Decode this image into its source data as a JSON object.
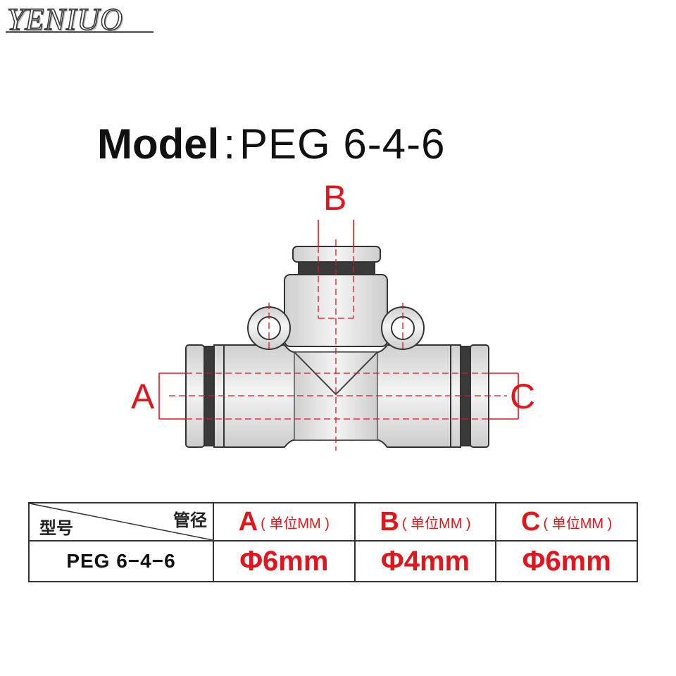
{
  "brand": "YENIUO",
  "title": {
    "key": "Model",
    "separator": ":",
    "value": "PEG 6-4-6"
  },
  "diagram": {
    "port_labels": {
      "a": "A",
      "b": "B",
      "c": "C"
    },
    "colors": {
      "dimension": "#e0161c",
      "outline": "#333333",
      "body": "#e2e2e2"
    }
  },
  "table": {
    "corner_top": "管径",
    "corner_bottom": "型号",
    "columns": [
      {
        "letter": "A",
        "unit": "( 单位MM )"
      },
      {
        "letter": "B",
        "unit": "( 单位MM )"
      },
      {
        "letter": "C",
        "unit": "( 单位MM )"
      }
    ],
    "row": {
      "model": "PEG 6−4−6",
      "values": [
        "Φ6mm",
        "Φ4mm",
        "Φ6mm"
      ]
    }
  }
}
